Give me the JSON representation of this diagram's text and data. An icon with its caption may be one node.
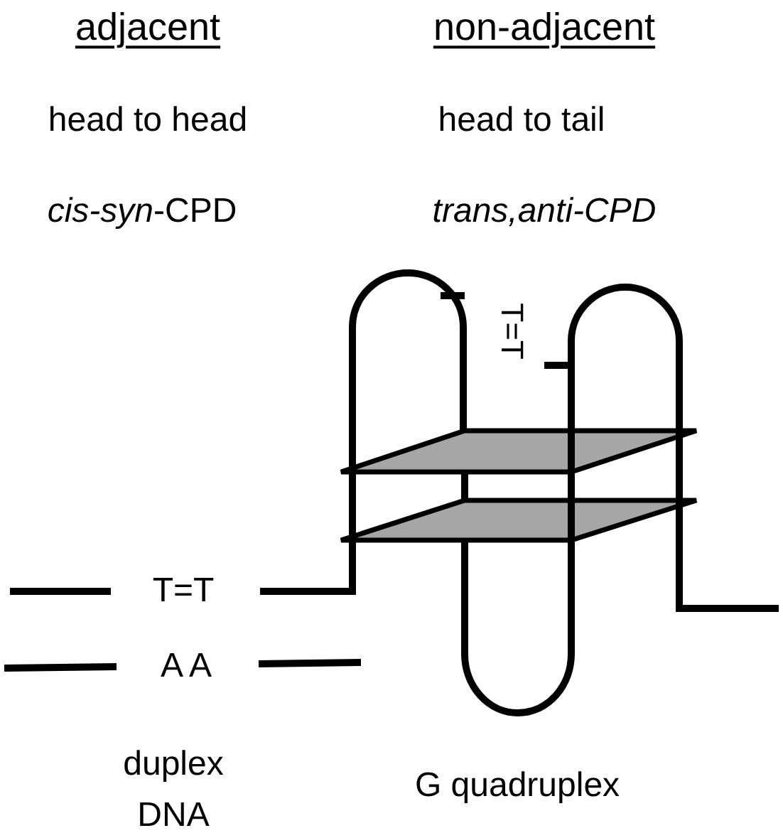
{
  "diagram": {
    "labels": [
      "adjacent",
      "non-adjacent",
      "head to head",
      "head to tail",
      "*cis-syn*-CPD",
      "trans,anti-CPD",
      "T=T",
      "T=T",
      "A A",
      "duplex DNA",
      "G quadruplex"
    ]
  }
}
